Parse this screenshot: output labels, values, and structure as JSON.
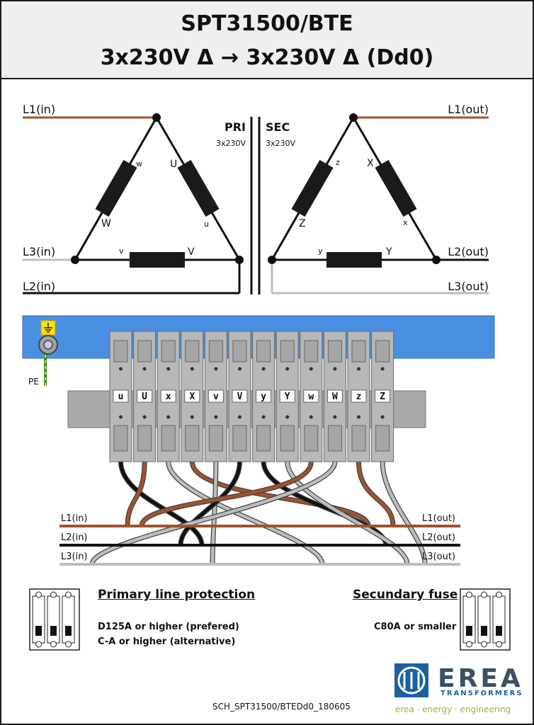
{
  "header": {
    "model": "SPT31500/BTE",
    "config": "3x230V Δ → 3x230V Δ  (Dd0)"
  },
  "schematic": {
    "pri_label": "PRI",
    "pri_voltage": "3x230V",
    "sec_label": "SEC",
    "sec_voltage": "3x230V",
    "lines_in": [
      "L1(in)",
      "L3(in)",
      "L2(in)"
    ],
    "lines_out": [
      "L1(out)",
      "L2(out)",
      "L3(out)"
    ],
    "primary_windings": {
      "w": "w",
      "W": "W",
      "U": "U",
      "u": "u",
      "v": "v",
      "V": "V"
    },
    "secondary_windings": {
      "z": "z",
      "Z": "Z",
      "X": "X",
      "x": "x",
      "y": "y",
      "Y": "Y"
    }
  },
  "terminal_block": {
    "pe_label": "PE",
    "terminals": [
      "u",
      "U",
      "x",
      "X",
      "v",
      "V",
      "y",
      "Y",
      "w",
      "W",
      "z",
      "Z"
    ]
  },
  "wiring": {
    "lines_in": [
      "L1(in)",
      "L2(in)",
      "L3(in)"
    ],
    "lines_out": [
      "L1(out)",
      "L2(out)",
      "L3(out)"
    ]
  },
  "protection": {
    "primary_title": "Primary line protection",
    "primary_line1": "D125A or higher (prefered)",
    "primary_line2": "C-A or higher (alternative)",
    "secondary_title": "Secundary fuse",
    "secondary_line1": "C80A or smaller"
  },
  "footer": {
    "doc_ref": "SCH_SPT31500/BTEDd0_180605",
    "brand": "EREA",
    "brand_sub": "TRANSFORMERS",
    "tagline": "erea · energy · engineering"
  },
  "colors": {
    "brown": "#a0522d",
    "black": "#111111",
    "grey": "#bdbdbd",
    "rail_blue": "#4a90e2",
    "terminal_grey": "#b8b8b8",
    "brand_blue": "#1d5fa0"
  }
}
